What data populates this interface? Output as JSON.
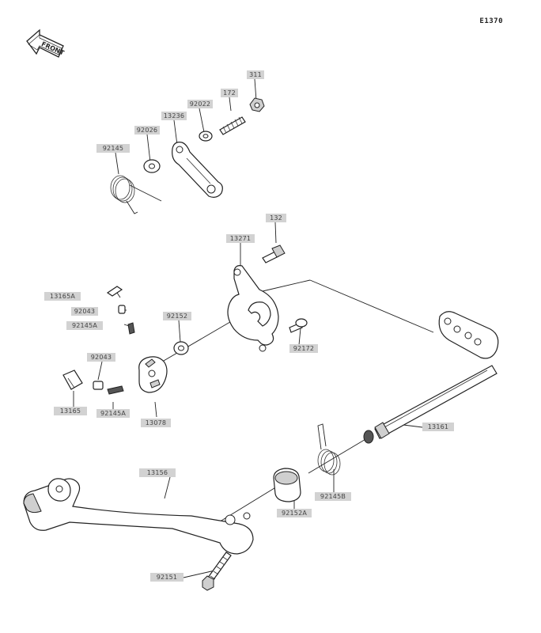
{
  "diagram_code": "E1370",
  "front_badge": "FRONT",
  "labels": {
    "p311": "311",
    "p172": "172",
    "p92022": "92022",
    "p13236": "13236",
    "p92026": "92026",
    "p92145": "92145",
    "p132": "132",
    "p13271": "13271",
    "p13165a": "13165A",
    "p92043a": "92043",
    "p92145a_spring": "92145A",
    "p92152": "92152",
    "p92172": "92172",
    "p92043b": "92043",
    "p13165": "13165",
    "p92145a": "92145A",
    "p13078": "13078",
    "p13161": "13161",
    "p13156": "13156",
    "p92152a": "92152A",
    "p92145b": "92145B",
    "p92151": "92151"
  }
}
